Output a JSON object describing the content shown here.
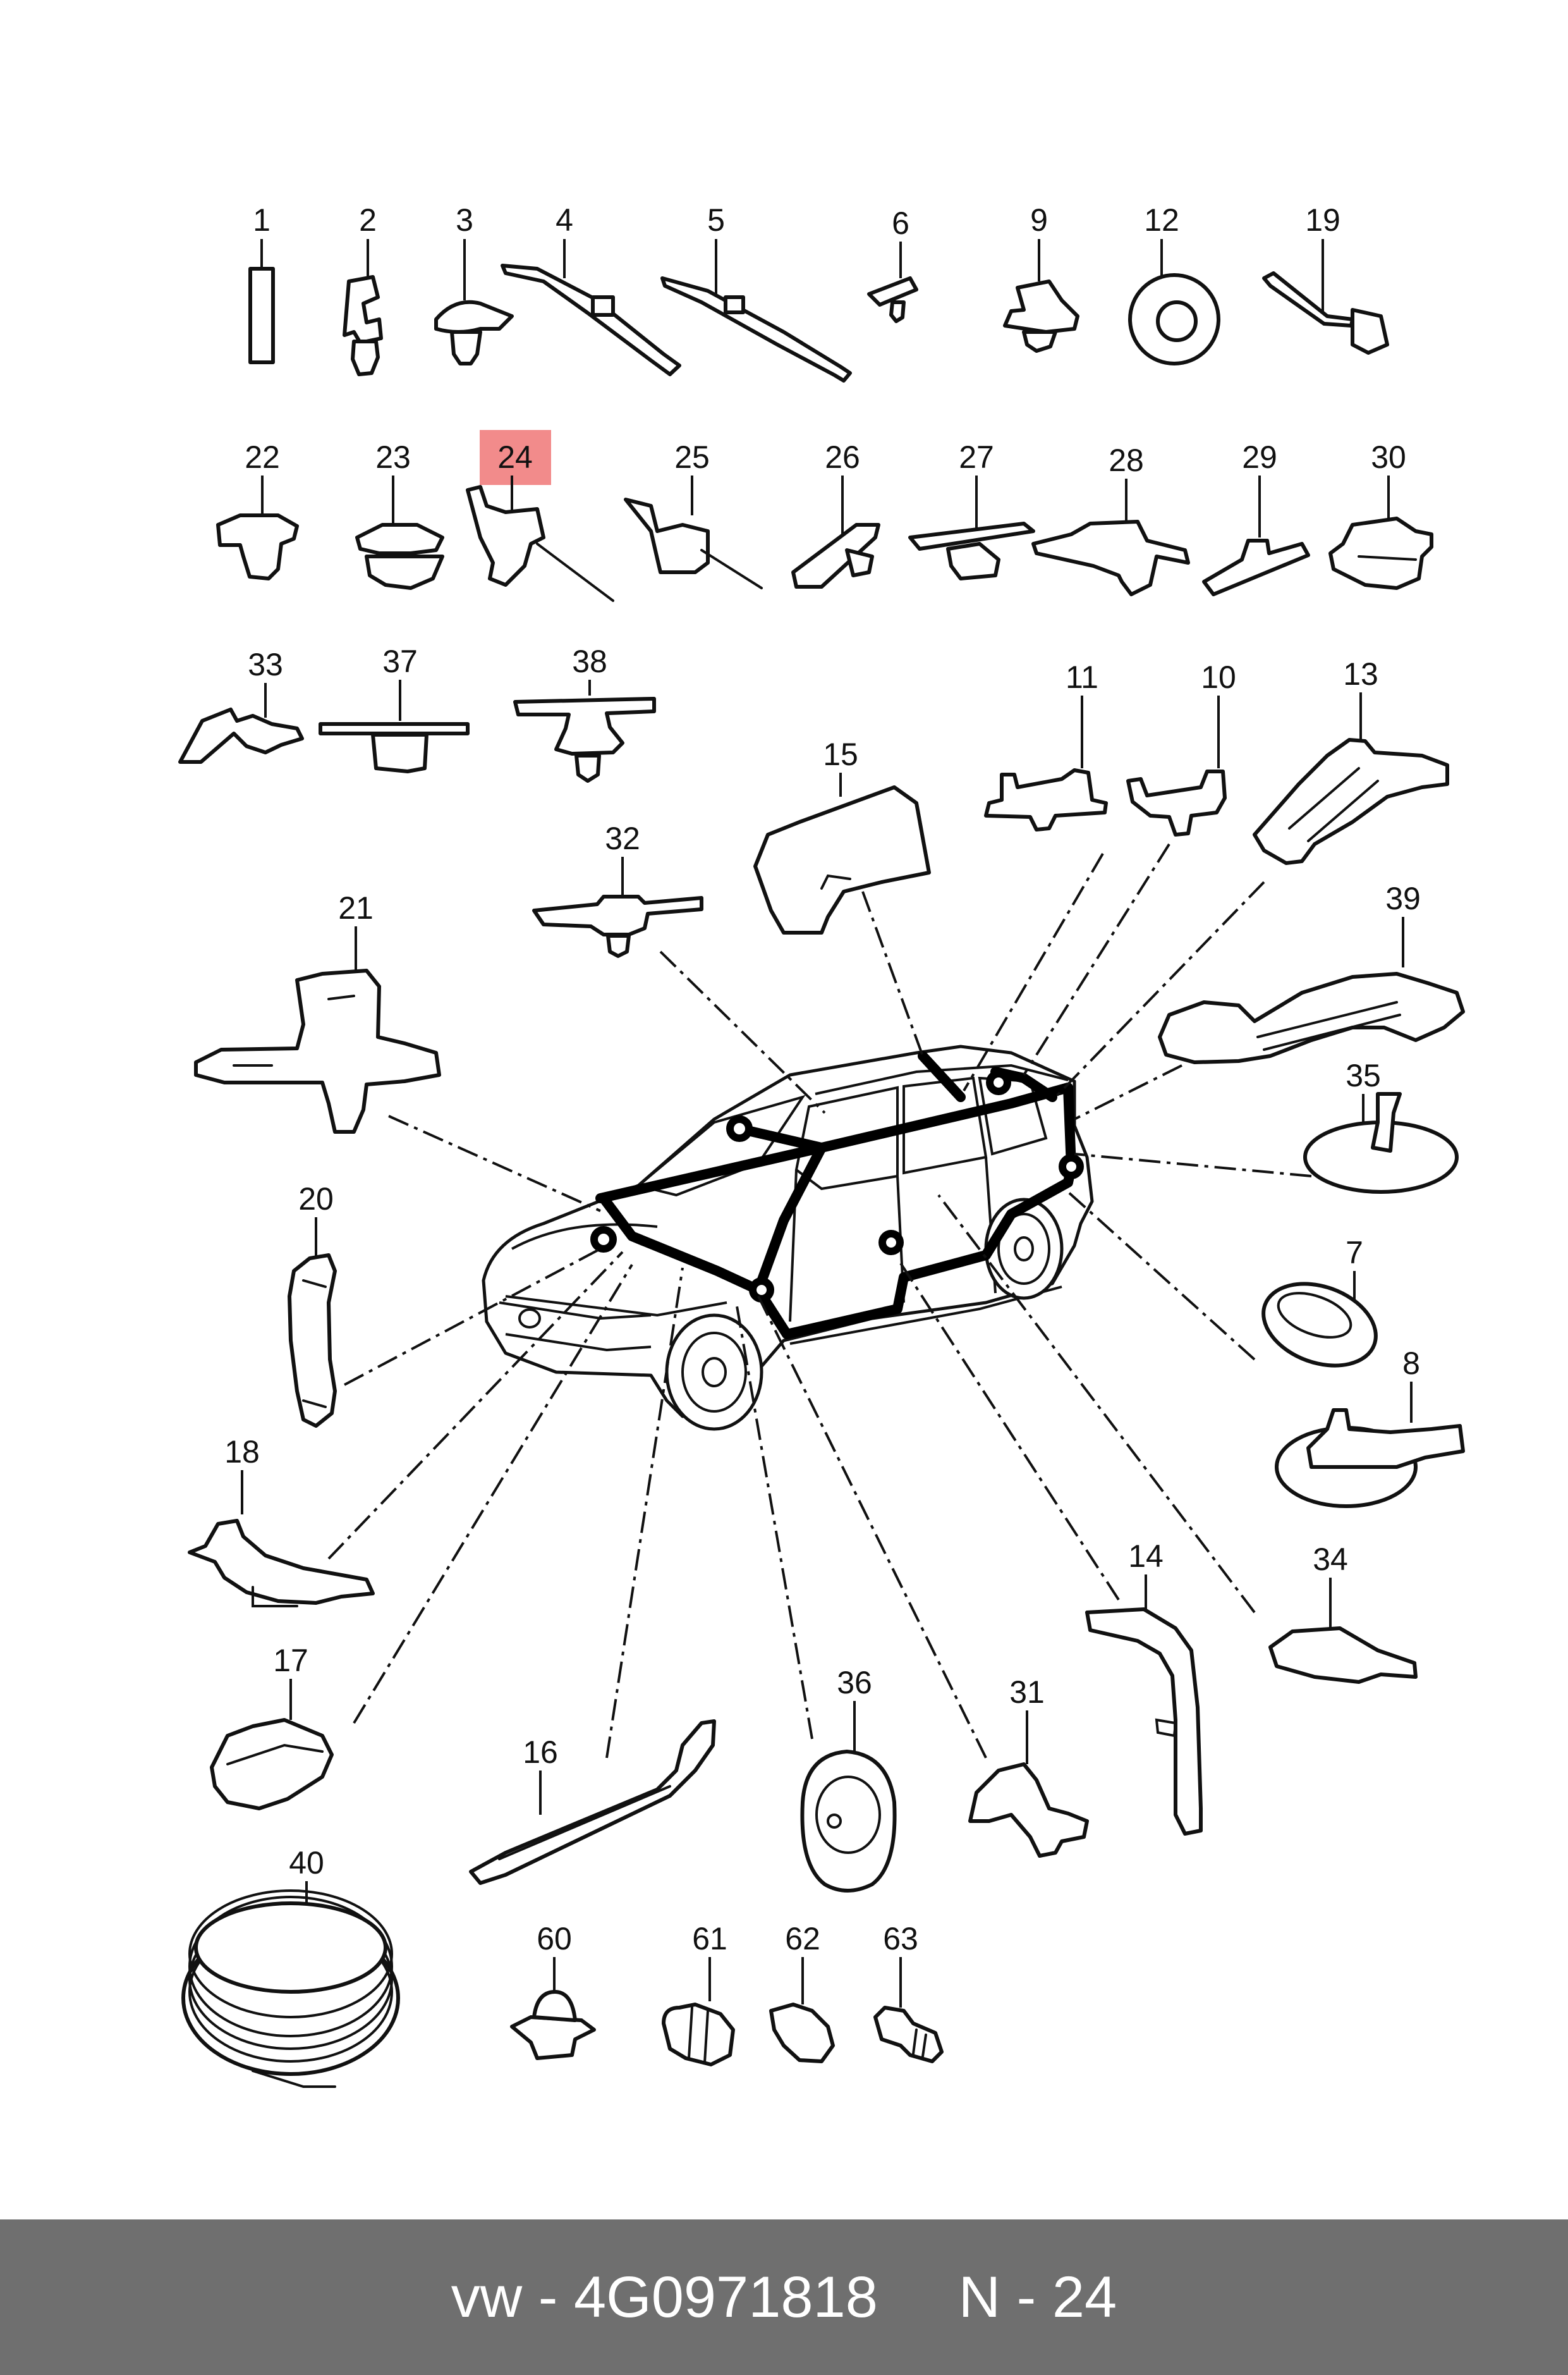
{
  "labels": {
    "p1": "1",
    "p2": "2",
    "p3": "3",
    "p4": "4",
    "p5": "5",
    "p6": "6",
    "p9": "9",
    "p12": "12",
    "p19": "19",
    "p22": "22",
    "p23": "23",
    "p24": "24",
    "p25": "25",
    "p26": "26",
    "p27": "27",
    "p28": "28",
    "p29": "29",
    "p30": "30",
    "p33": "33",
    "p37": "37",
    "p38": "38",
    "p15": "15",
    "p11": "11",
    "p10": "10",
    "p13": "13",
    "p32": "32",
    "p21": "21",
    "p39": "39",
    "p35": "35",
    "p20": "20",
    "p7": "7",
    "p8": "8",
    "p18": "18",
    "p34": "34",
    "p14": "14",
    "p17": "17",
    "p36": "36",
    "p31": "31",
    "p16": "16",
    "p40": "40",
    "p60": "60",
    "p61": "61",
    "p62": "62",
    "p63": "63"
  },
  "highlight": {
    "part": "24",
    "color": "#f28b8b"
  },
  "footer": {
    "text": "vw - 4G0971818     N - 24",
    "background": "#6f6f6f"
  }
}
